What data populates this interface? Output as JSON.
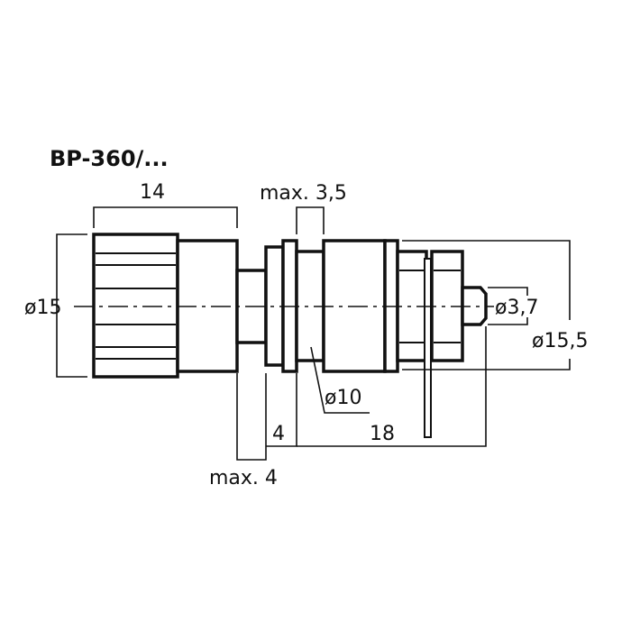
{
  "title": "BP-360/...",
  "dimensions": {
    "knob_length": "14",
    "panel_thickness_label": "max. 3,5",
    "knob_diameter": "ø15",
    "pin_diameter": "ø3,7",
    "flange_diameter": "ø15,5",
    "shaft_diameter": "ø10",
    "shoulder_length": "4",
    "body_length": "18",
    "neck_length_label": "max. 4"
  }
}
